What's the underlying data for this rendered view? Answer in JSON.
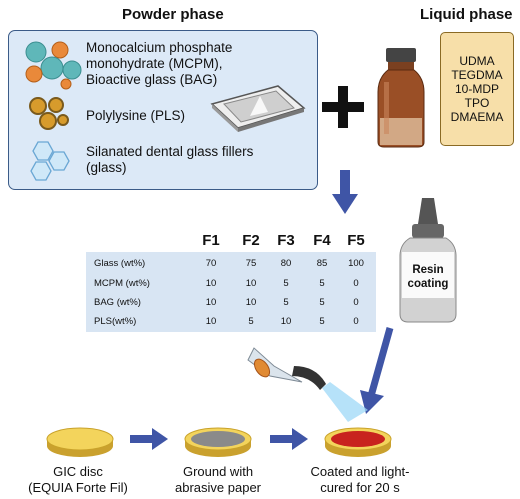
{
  "powder": {
    "title": "Powder phase",
    "items": [
      {
        "label": "Monocalcium phosphate monohydrate (MCPM), Bioactive glass (BAG)",
        "icon": "mcpm-bag-particles-icon"
      },
      {
        "label": "Polylysine (PLS)",
        "icon": "polylysine-particles-icon"
      },
      {
        "label": "Silanated dental glass fillers (glass)",
        "icon": "glass-fillers-icon"
      }
    ]
  },
  "liquid": {
    "title": "Liquid phase",
    "components": [
      "UDMA",
      "TEGDMA",
      "10-MDP",
      "TPO",
      "DMAEMA"
    ]
  },
  "formulations": {
    "columns": [
      "F1",
      "F2",
      "F3",
      "F4",
      "F5"
    ],
    "rows": [
      {
        "label": "Glass (wt%)",
        "values": [
          "70",
          "75",
          "80",
          "85",
          "100"
        ]
      },
      {
        "label": "MCPM (wt%)",
        "values": [
          "10",
          "10",
          "5",
          "5",
          "0"
        ]
      },
      {
        "label": "BAG (wt%)",
        "values": [
          "10",
          "10",
          "5",
          "5",
          "0"
        ]
      },
      {
        "label": "PLS(wt%)",
        "values": [
          "10",
          "5",
          "10",
          "5",
          "0"
        ]
      }
    ]
  },
  "resin": {
    "line1": "Resin",
    "line2": "coating"
  },
  "steps": [
    {
      "line1": "GIC disc",
      "line2": "(EQUIA Forte Fil)"
    },
    {
      "line1": "Ground with",
      "line2": "abrasive paper"
    },
    {
      "line1": "Coated and light-",
      "line2": "cured for 20 s"
    }
  ],
  "colors": {
    "panel_bg": "#dce9f7",
    "panel_border": "#3b5b88",
    "liquid_bg": "#f7dfa9",
    "arrow": "#3f55a6",
    "disc_gold": "#f1cc4d",
    "disc_ground": "#8a8a8a",
    "disc_coated": "#c8231e"
  }
}
